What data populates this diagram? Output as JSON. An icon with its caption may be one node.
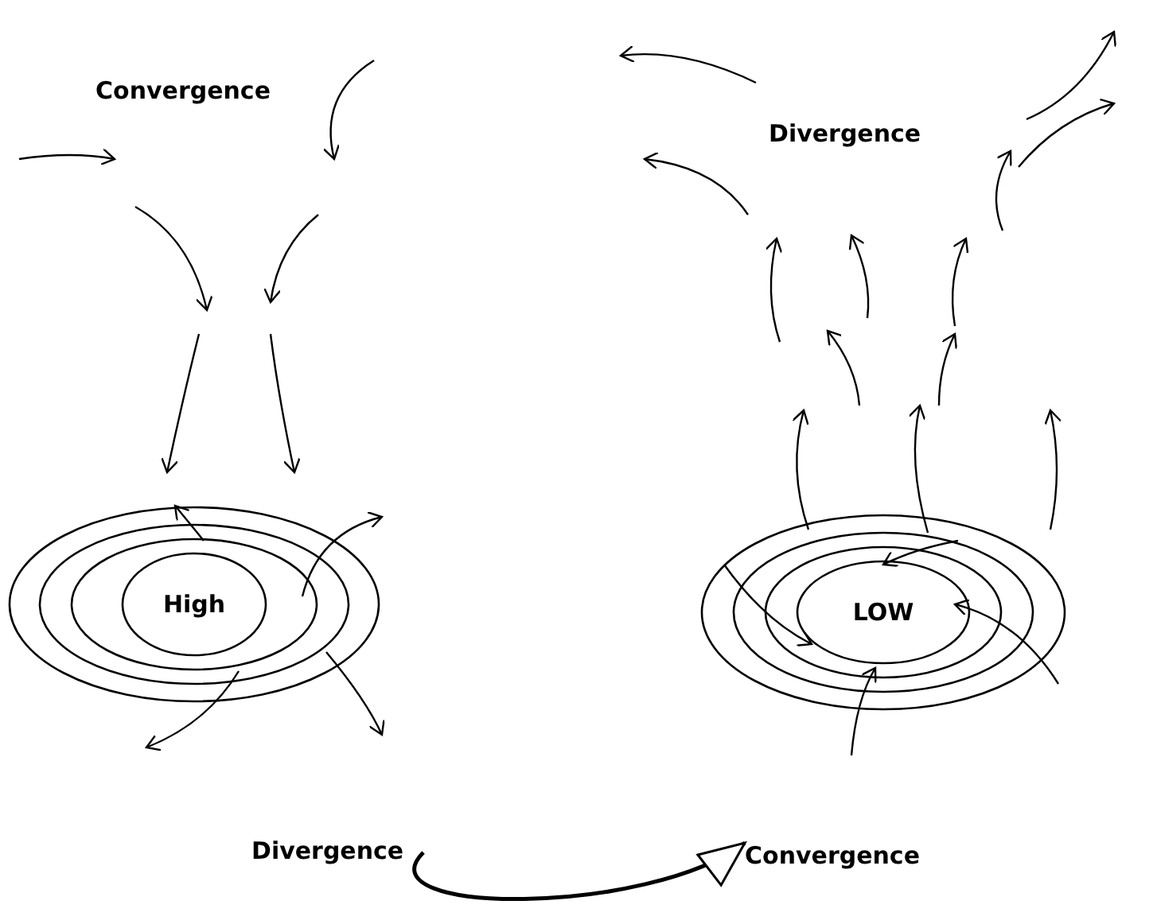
{
  "diagram": {
    "nodes": [
      {
        "text": [
          "High"
        ]
      },
      {
        "text": [
          "LOW"
        ]
      },
      {
        "text": [
          "Divergence"
        ]
      },
      {
        "text": [
          "Convergence"
        ]
      }
    ],
    "edges": [
      {
        "from": 2,
        "to": 3,
        "arrow": "to"
      }
    ],
    "labels": [
      "Convergence",
      "Divergence"
    ]
  }
}
